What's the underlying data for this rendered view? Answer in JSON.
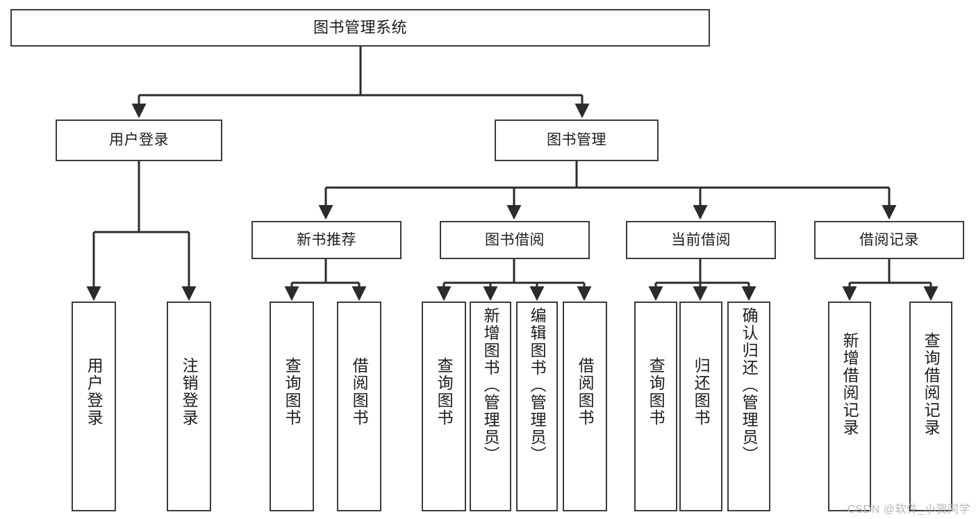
{
  "diagram": {
    "title": "图书管理系统",
    "type": "tree-hierarchy-diagram",
    "theme": {
      "box_border": "#3b3b3b",
      "box_fill": "#ffffff",
      "line": "#2b2b2b",
      "text": "#1c1c1c",
      "background": "#ffffff",
      "watermark": "#b9b9b9"
    },
    "levels": {
      "root": "图书管理系统",
      "level2": [
        "用户登录",
        "图书管理"
      ],
      "level3": [
        "新书推荐",
        "图书借阅",
        "当前借阅",
        "借阅记录"
      ]
    },
    "nodes": {
      "root": {
        "label": "图书管理系统"
      },
      "user_login": {
        "label": "用户登录"
      },
      "book_manage": {
        "label": "图书管理"
      },
      "new_book_rec": {
        "label": "新书推荐"
      },
      "book_borrow": {
        "label": "图书借阅"
      },
      "current_borrow": {
        "label": "当前借阅"
      },
      "borrow_record": {
        "label": "借阅记录"
      },
      "leaf_user_login": {
        "label": "用户登录"
      },
      "leaf_logout": {
        "label": "注销登录"
      },
      "leaf_query_book_1": {
        "label": "查询图书"
      },
      "leaf_borrow_book_1": {
        "label": "借阅图书"
      },
      "leaf_query_book_2": {
        "label": "查询图书"
      },
      "leaf_add_book": {
        "label": "新增图书（管理员）"
      },
      "leaf_edit_book": {
        "label": "编辑图书（管理员）"
      },
      "leaf_borrow_book_2": {
        "label": "借阅图书"
      },
      "leaf_query_book_3": {
        "label": "查询图书"
      },
      "leaf_return_book": {
        "label": "归还图书"
      },
      "leaf_confirm_return": {
        "label": "确认归还（管理员）"
      },
      "leaf_add_record": {
        "label": "新增借阅记录"
      },
      "leaf_query_record": {
        "label": "查询借阅记录"
      }
    },
    "edges": [
      {
        "from": "root",
        "to": "user_login"
      },
      {
        "from": "root",
        "to": "book_manage"
      },
      {
        "from": "user_login",
        "to": "leaf_user_login"
      },
      {
        "from": "user_login",
        "to": "leaf_logout"
      },
      {
        "from": "book_manage",
        "to": "new_book_rec"
      },
      {
        "from": "book_manage",
        "to": "book_borrow"
      },
      {
        "from": "book_manage",
        "to": "current_borrow"
      },
      {
        "from": "book_manage",
        "to": "borrow_record"
      },
      {
        "from": "new_book_rec",
        "to": "leaf_query_book_1"
      },
      {
        "from": "new_book_rec",
        "to": "leaf_borrow_book_1"
      },
      {
        "from": "book_borrow",
        "to": "leaf_query_book_2"
      },
      {
        "from": "book_borrow",
        "to": "leaf_add_book"
      },
      {
        "from": "book_borrow",
        "to": "leaf_edit_book"
      },
      {
        "from": "book_borrow",
        "to": "leaf_borrow_book_2"
      },
      {
        "from": "current_borrow",
        "to": "leaf_query_book_3"
      },
      {
        "from": "current_borrow",
        "to": "leaf_return_book"
      },
      {
        "from": "current_borrow",
        "to": "leaf_confirm_return"
      },
      {
        "from": "borrow_record",
        "to": "leaf_add_record"
      },
      {
        "from": "borrow_record",
        "to": "leaf_query_record"
      }
    ]
  },
  "watermark": {
    "text": "CSDN @软件_小贺同学"
  }
}
